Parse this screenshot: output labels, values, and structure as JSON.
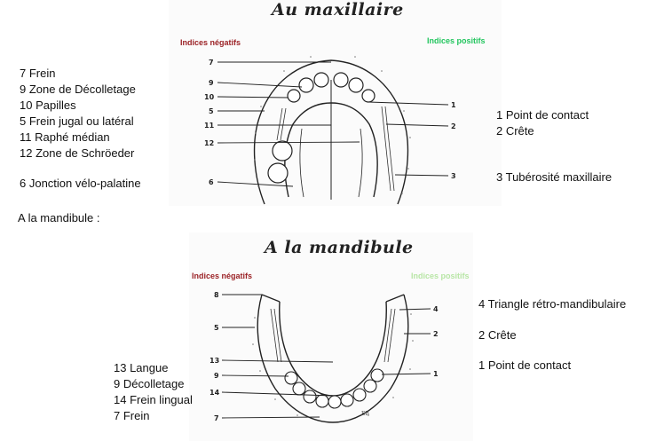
{
  "maxilla": {
    "title": "Au maxillaire",
    "neg_indices": "Indices négatifs",
    "pos_indices": "Indices positifs",
    "left_legend": [
      "7  Frein",
      "9  Zone de Décolletage",
      "10 Papilles",
      "5 Frein jugal ou latéral",
      "11 Raphé médian",
      "12 Zone de Schröeder"
    ],
    "left_legend_extra": "6 Jonction vélo-palatine",
    "right_legend": [
      "1 Point de contact",
      "2 Crête"
    ],
    "right_legend_extra": "3 Tubérosité maxillaire",
    "left_numbers": [
      "7",
      "9",
      "10",
      "5",
      "11",
      "12",
      "6"
    ],
    "right_numbers": [
      "1",
      "2",
      "3"
    ]
  },
  "mandible": {
    "section_label": "A la mandibule :",
    "title": "A la mandibule",
    "neg_indices": "Indices négatifs",
    "pos_indices": "Indices positifs",
    "left_legend": [
      "13 Langue",
      "9 Décolletage",
      "14 Frein lingual",
      "7 Frein"
    ],
    "right_legend": [
      "4 Triangle rétro-mandibulaire",
      "2 Crête",
      "1 Point de contact"
    ],
    "left_numbers": [
      "8",
      "5",
      "13",
      "9",
      "14",
      "7"
    ],
    "right_numbers": [
      "4",
      "2",
      "1"
    ],
    "signature": "EB"
  }
}
